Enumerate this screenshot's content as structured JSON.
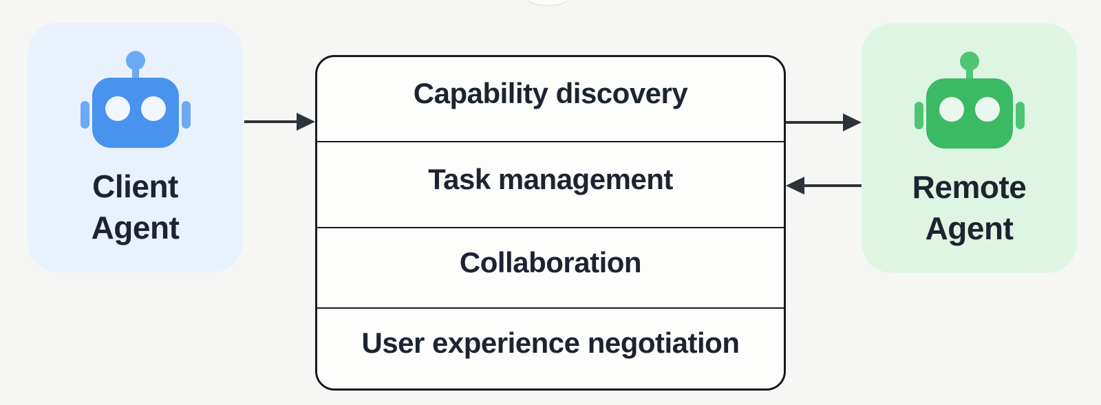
{
  "colors": {
    "background": "#f6f6f4",
    "client_card_bg": "#e8f1fc",
    "client_robot": "#4893ee",
    "client_robot_light": "#6ca9f3",
    "client_robot_eye": "#f1f7fd",
    "remote_card_bg": "#dff5e4",
    "remote_robot": "#3cb963",
    "remote_robot_light": "#4ec573",
    "remote_robot_eye": "#eaf7ee",
    "text_dark": "#1d2430",
    "line_dark": "#16191d",
    "box_bg": "#fdfdfc",
    "arrow": "#2c333b"
  },
  "client_agent": {
    "icon": "robot-icon",
    "name_line1": "Client",
    "name_line2": "Agent"
  },
  "remote_agent": {
    "icon": "robot-icon",
    "name_line1": "Remote",
    "name_line2": "Agent"
  },
  "protocol_box": {
    "rows": [
      "Capability discovery",
      "Task management",
      "Collaboration",
      "User experience negotiation"
    ]
  },
  "arrows": [
    {
      "from": "client-agent",
      "to": "protocol-box",
      "direction": "right"
    },
    {
      "from": "protocol-box",
      "to": "remote-agent",
      "direction": "right"
    },
    {
      "from": "remote-agent",
      "to": "protocol-box",
      "direction": "left"
    }
  ]
}
